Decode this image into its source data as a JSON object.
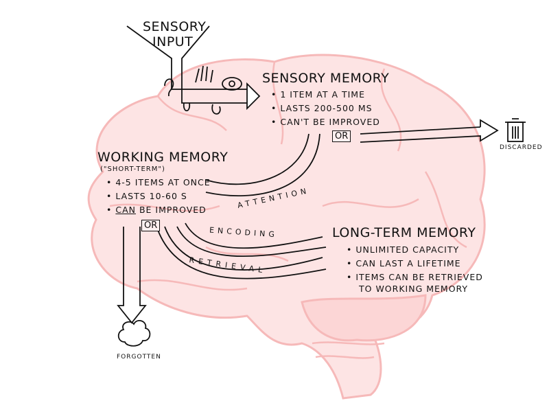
{
  "sensory_input": {
    "line1": "Sensory",
    "line2": "Input"
  },
  "sensory_memory": {
    "title": "Sensory Memory",
    "bullets": [
      "• 1 item at a time",
      "• Lasts 200-500 ms",
      "• Can't be improved"
    ],
    "or": "OR"
  },
  "discarded": "Discarded",
  "working_memory": {
    "title": "Working Memory",
    "subtitle": "(\"short-term\")",
    "bullets": [
      "• 4-5 items at once",
      "• Lasts 10-60 s"
    ],
    "can": "Can",
    "improved": " be improved",
    "or": "OR"
  },
  "attention": "Attention",
  "encoding": "Encoding",
  "retrieval": "Retrieval",
  "long_term_memory": {
    "title": "Long-Term Memory",
    "bullets": [
      "• Unlimited capacity",
      "• Can last a lifetime",
      "• Items can be retrieved",
      "to working memory"
    ]
  },
  "forgotten": "Forgotten",
  "colors": {
    "brain_fill": "#fde4e4",
    "brain_line": "#f6b9b9",
    "ink": "#111111"
  }
}
